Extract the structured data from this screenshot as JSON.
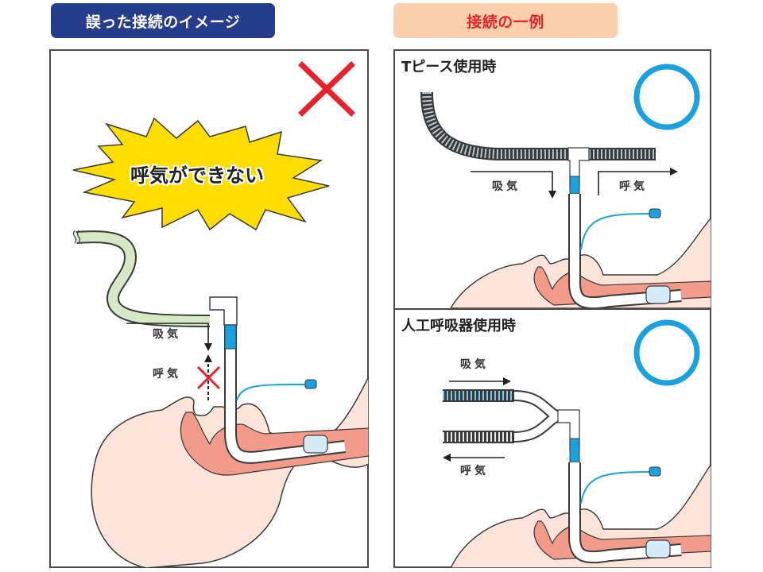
{
  "headers": {
    "wrong": "誤った接続のイメージ",
    "example": "接続の一例"
  },
  "left_panel": {
    "verdict_icon": "red-x-icon",
    "burst_text": "呼気ができない",
    "inhale_label": "吸気",
    "exhale_label": "呼気"
  },
  "right_panel": {
    "tpiece": {
      "title": "Tピース使用時",
      "verdict_icon": "blue-circle-icon",
      "inhale_label": "吸気",
      "exhale_label": "呼気"
    },
    "ventilator": {
      "title": "人工呼吸器使用時",
      "verdict_icon": "blue-circle-icon",
      "inhale_label": "吸気",
      "exhale_label": "呼気"
    }
  },
  "colors": {
    "navy": "#263c8c",
    "peach": "#fcd0ad",
    "red": "#e8222b",
    "blue": "#1ba1de",
    "skin": "#fde3d8",
    "airway": "#f29b8a",
    "burst": "#ffdd00",
    "tube_green": "#d7e8c6"
  }
}
